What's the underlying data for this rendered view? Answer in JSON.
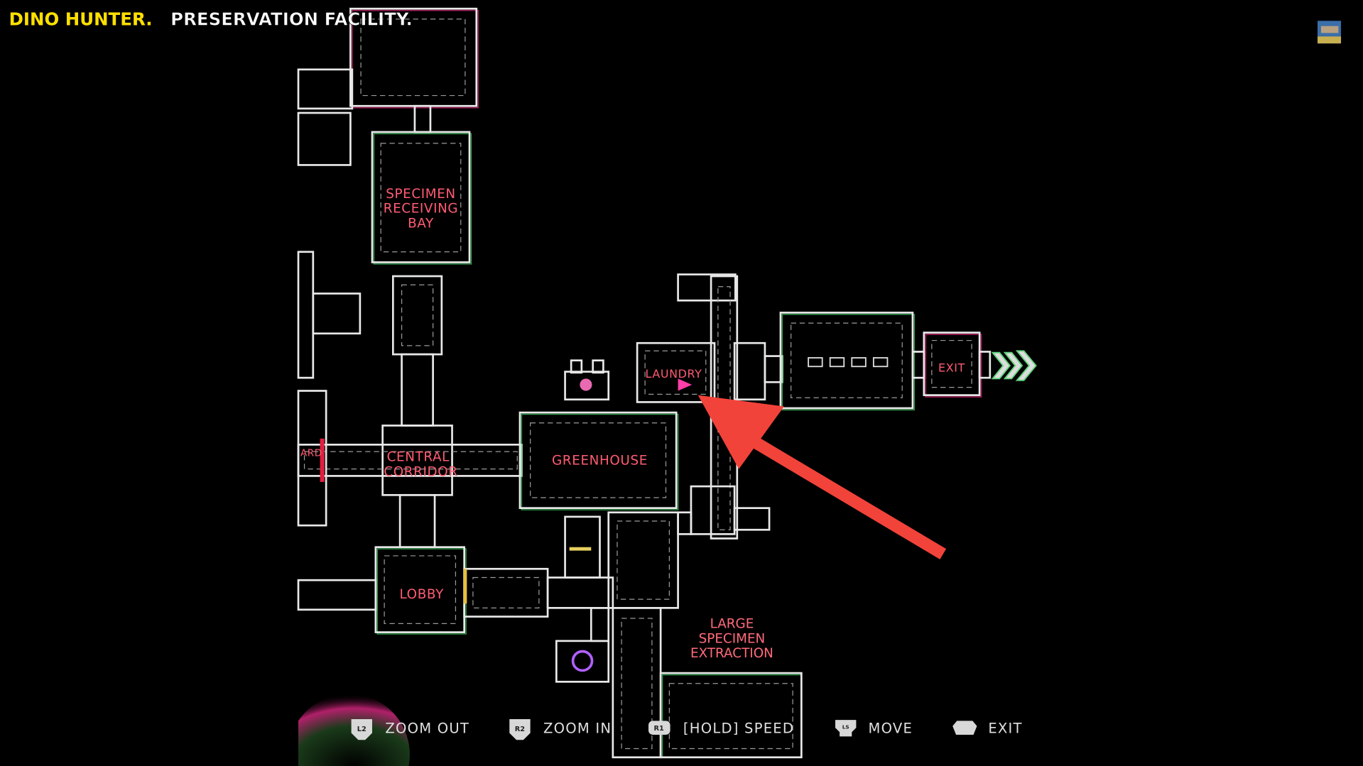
{
  "header": {
    "game": "DINO HUNTER.",
    "location": "PRESERVATION FACILITY."
  },
  "map": {
    "rooms": {
      "specimen_receiving_bay": [
        "SPECIMEN",
        "RECEIVING",
        "BAY"
      ],
      "central_corridor": [
        "CENTRAL",
        "CORRIDOR"
      ],
      "greenhouse": "GREENHOUSE",
      "laundry": "LAUNDRY",
      "lobby": "LOBBY",
      "large_specimen_extraction": [
        "LARGE",
        "SPECIMEN",
        "EXTRACTION"
      ],
      "exit": "EXIT",
      "left_partial": "ARD"
    }
  },
  "controls": [
    {
      "button": "L2",
      "label": "ZOOM OUT"
    },
    {
      "button": "R2",
      "label": "ZOOM IN"
    },
    {
      "button": "R1",
      "label": "[HOLD] SPEED"
    },
    {
      "button": "LS",
      "label": "MOVE"
    },
    {
      "button": "",
      "label": "EXIT"
    }
  ],
  "colors": {
    "title_accent": "#ffe000",
    "room_label": "#ff5c72",
    "arrow": "#f2433a",
    "exit_chevron": "#5fd37a",
    "player_marker": "#ff3fa8"
  }
}
